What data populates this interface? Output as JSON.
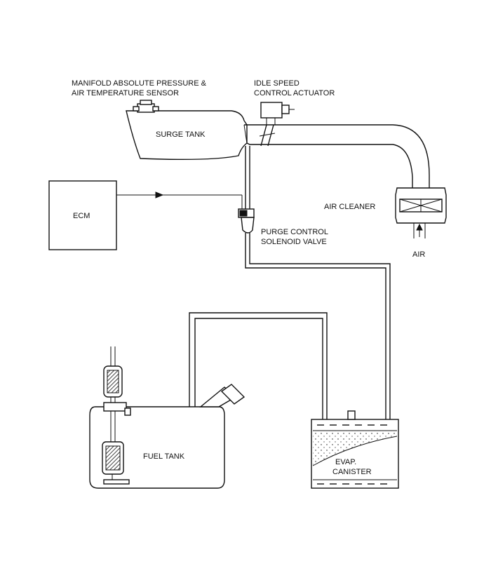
{
  "labels": {
    "map_sensor_line1": "MANIFOLD ABSOLUTE PRESSURE &",
    "map_sensor_line2": "AIR TEMPERATURE SENSOR",
    "isc_line1": "IDLE SPEED",
    "isc_line2": "CONTROL ACTUATOR",
    "surge_tank": "SURGE TANK",
    "ecm": "ECM",
    "air_cleaner": "AIR CLEANER",
    "air": "AIR",
    "purge_line1": "PURGE CONTROL",
    "purge_line2": "SOLENOID VALVE",
    "fuel_tank": "FUEL TANK",
    "canister_line1": "EVAP.",
    "canister_line2": "CANISTER"
  }
}
